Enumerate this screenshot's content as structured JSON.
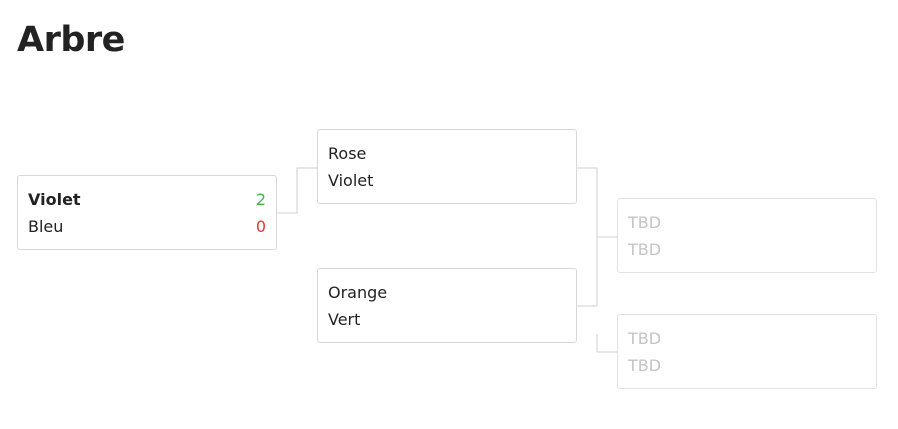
{
  "page": {
    "title": "Arbre"
  },
  "bracket": {
    "round1": [
      {
        "team1": {
          "name": "Violet",
          "score": "2"
        },
        "team2": {
          "name": "Bleu",
          "score": "0"
        }
      }
    ],
    "round2": [
      {
        "team1": {
          "name": "Rose"
        },
        "team2": {
          "name": "Violet"
        }
      },
      {
        "team1": {
          "name": "Orange"
        },
        "team2": {
          "name": "Vert"
        }
      }
    ],
    "round3": [
      {
        "team1": {
          "name": "TBD"
        },
        "team2": {
          "name": "TBD"
        }
      },
      {
        "team1": {
          "name": "TBD"
        },
        "team2": {
          "name": "TBD"
        }
      }
    ]
  },
  "colors": {
    "win": "#4caf50",
    "lose": "#e53935",
    "pending_text": "#c4c4c4",
    "border": "#d8d8d8"
  }
}
